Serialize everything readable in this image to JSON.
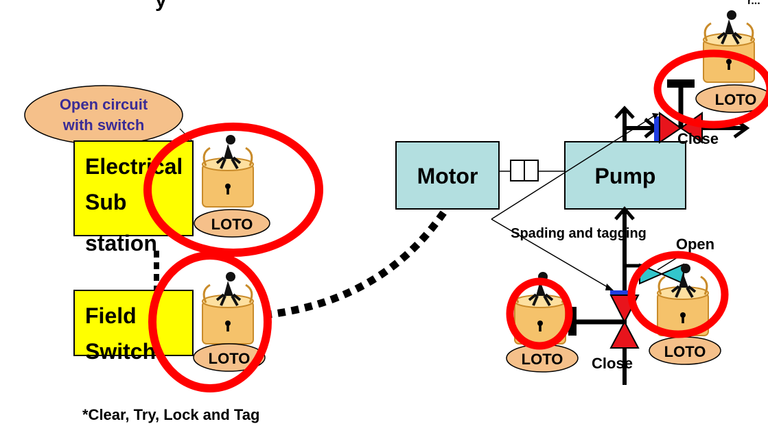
{
  "title_fragment": "y",
  "corner_fragment": "r...",
  "callout_open_circuit": {
    "line1": "Open circuit",
    "line2": "with switch"
  },
  "electrical_sub_station": {
    "line1": "Electrical",
    "line2": "Sub",
    "line3": "station"
  },
  "field_switch": {
    "line1": "Field",
    "line2": "Switch"
  },
  "motor_label": "Motor",
  "pump_label": "Pump",
  "spading_label": "Spading and tagging",
  "open_label": "Open",
  "close_label_top": "Close",
  "close_label_bottom": "Close",
  "loto": {
    "sub_station": "LOTO",
    "field_switch": "LOTO",
    "top_valve": "LOTO",
    "bottom_left": "LOTO",
    "bottom_right": "LOTO"
  },
  "footnote": "*Clear, Try, Lock and Tag",
  "colors": {
    "lock_ring": "#ff0000",
    "switch_box": "#ffff00",
    "equipment_box": "#b3dfe0",
    "lock_body": "#f5c26b",
    "tag": "#f5c08a",
    "callout_text": "#3a2c96",
    "valve_red": "#e8141c",
    "valve_cyan": "#33c6cc",
    "flange_blue": "#1f3ee0"
  },
  "icons": [
    "padlock-icon",
    "worker-figure-icon",
    "valve-icon",
    "coupling-icon"
  ]
}
